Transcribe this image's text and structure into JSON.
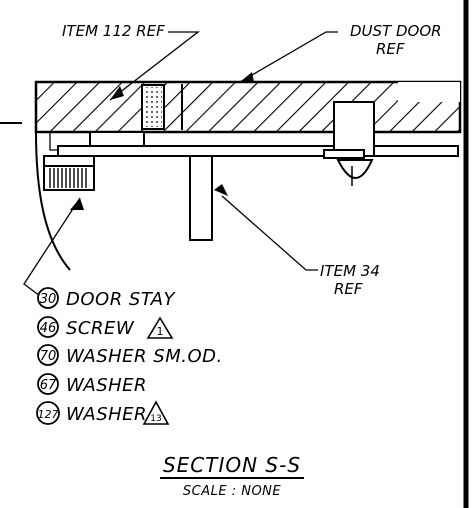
{
  "refs": {
    "item112": "ITEM 112 REF",
    "dust_door_line1": "DUST DOOR",
    "dust_door_line2": "REF",
    "item34_line1": "ITEM 34",
    "item34_line2": "REF"
  },
  "callouts": [
    {
      "num": "30",
      "label": "DOOR STAY",
      "flag": ""
    },
    {
      "num": "46",
      "label": "SCREW",
      "flag": "1"
    },
    {
      "num": "70",
      "label": "WASHER SM.OD.",
      "flag": ""
    },
    {
      "num": "67",
      "label": "WASHER",
      "flag": ""
    },
    {
      "num": "127",
      "label": "WASHER",
      "flag": "13"
    }
  ],
  "section": {
    "title": "SECTION  S-S",
    "scale": "SCALE : NONE"
  }
}
